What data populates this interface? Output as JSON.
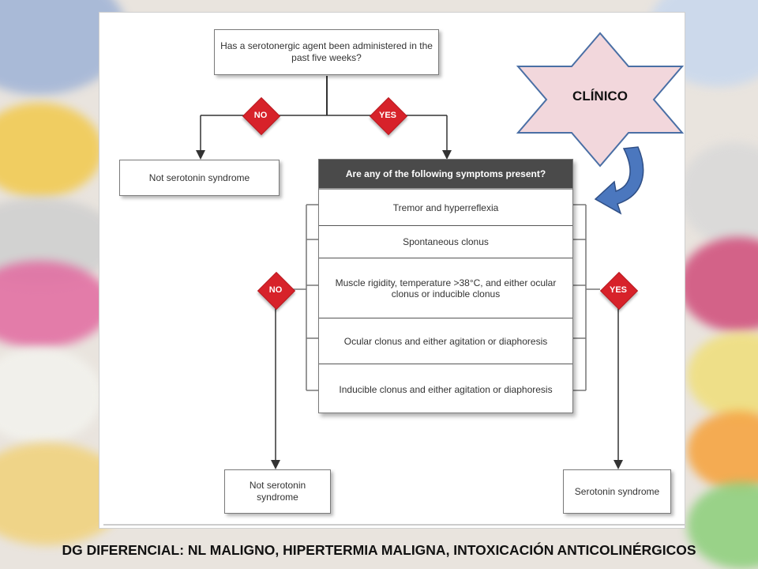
{
  "flowchart": {
    "question": "Has a serotonergic agent been administered in the past five weeks?",
    "no_label": "NO",
    "yes_label": "YES",
    "not_serotonin_top": "Not serotonin syndrome",
    "symptoms_header": "Are any of the following symptoms present?",
    "symptoms": [
      "Tremor and hyperreflexia",
      "Spontaneous clonus",
      "Muscle rigidity, temperature >38°C, and either ocular clonus or inducible clonus",
      "Ocular clonus and either agitation or diaphoresis",
      "Inducible clonus and either agitation or diaphoresis"
    ],
    "no_label_2": "NO",
    "yes_label_2": "YES",
    "not_serotonin_bottom": "Not serotonin syndrome",
    "serotonin_syndrome": "Serotonin syndrome"
  },
  "callout": {
    "label": "CLÍNICO",
    "star_fill": "#f2d7dc",
    "star_stroke": "#4a6fa5",
    "arrow_fill": "#4b77be"
  },
  "footer": {
    "text": "DG DIFERENCIAL: NL MALIGNO, HIPERTERMIA MALIGNA, INTOXICACIÓN ANTICOLINÉRGICOS"
  },
  "colors": {
    "diamond_red": "#d7222a",
    "header_dark": "#4a4a4a"
  }
}
